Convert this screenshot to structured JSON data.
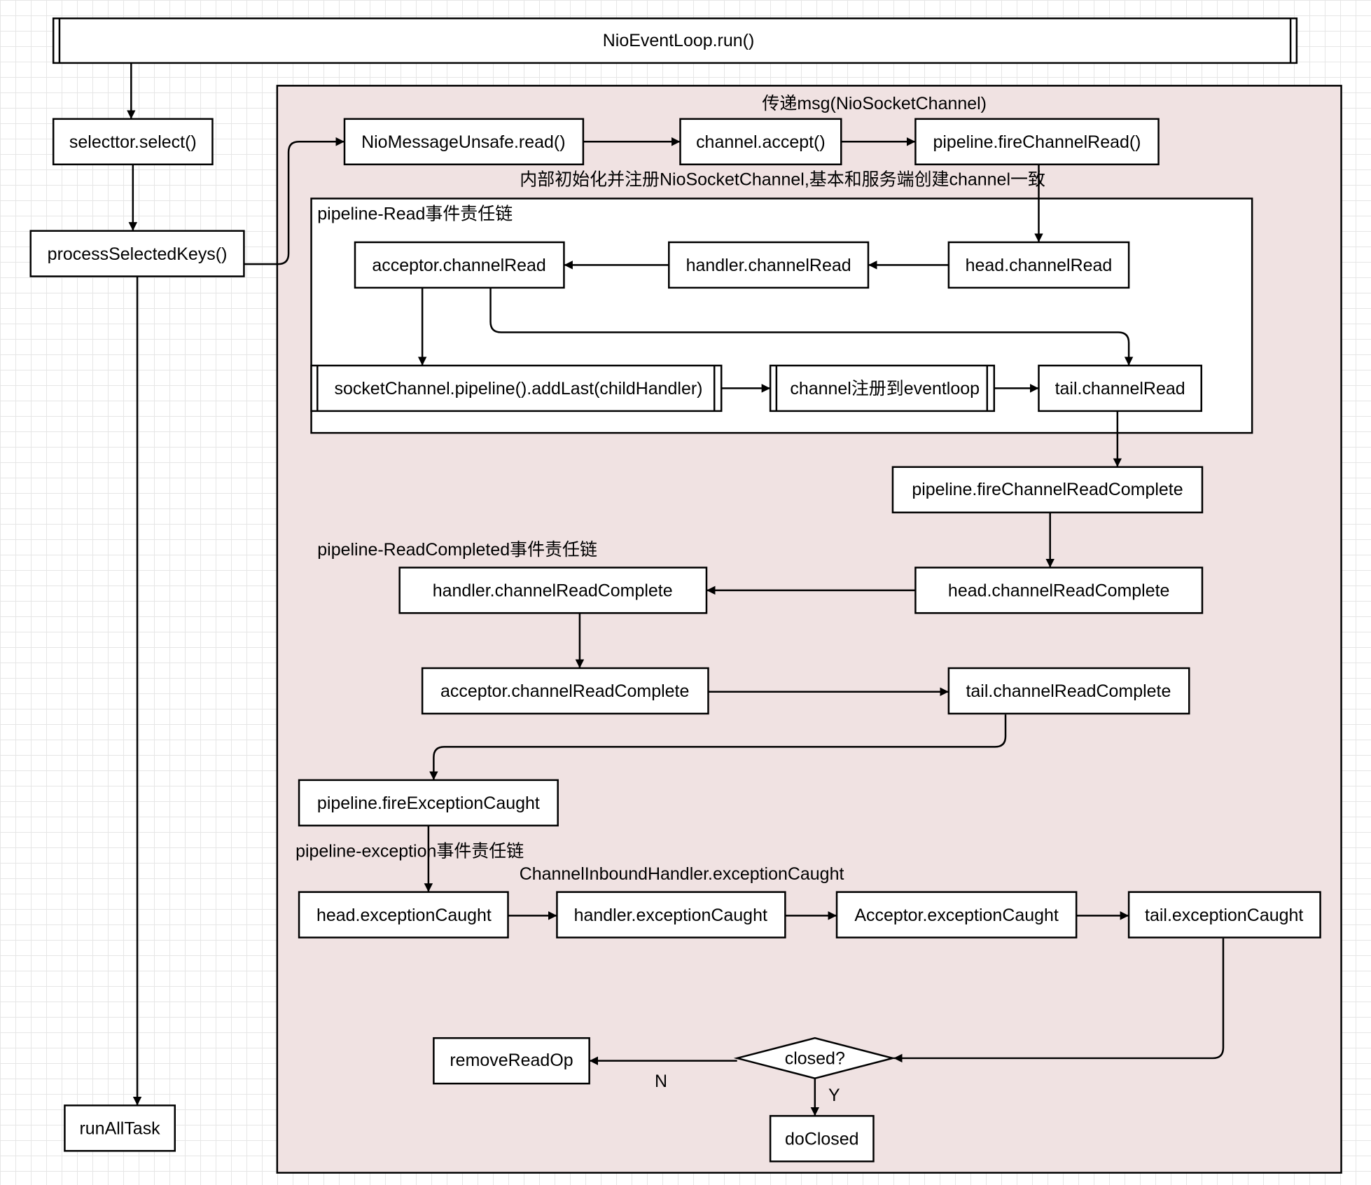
{
  "title_node": "NioEventLoop.run()",
  "outer_nodes": {
    "select": "selecttor.select()",
    "process_keys": "processSelectedKeys()",
    "run_all_task": "runAllTask"
  },
  "container": {
    "label": "传递msg(NioSocketChannel)",
    "fill_color": "#f0e2e2"
  },
  "top_row": {
    "unsafe_read": "NioMessageUnsafe.read()",
    "accept": "channel.accept()",
    "fire_read": "pipeline.fireChannelRead()"
  },
  "register_note": "内部初始化并注册NioSocketChannel,基本和服务端创建channel一致",
  "read_chain": {
    "label": "pipeline-Read事件责任链",
    "head": "head.channelRead",
    "handler": "handler.channelRead",
    "acceptor": "acceptor.channelRead",
    "add_child": "socketChannel.pipeline().addLast(childHandler)",
    "register": "channel注册到eventloop",
    "tail": "tail.channelRead"
  },
  "fire_read_complete": "pipeline.fireChannelReadComplete",
  "read_complete_chain": {
    "label": "pipeline-ReadCompleted事件责任链",
    "head": "head.channelReadComplete",
    "handler": "handler.channelReadComplete",
    "acceptor": "acceptor.channelReadComplete",
    "tail": "tail.channelReadComplete"
  },
  "fire_exception": "pipeline.fireExceptionCaught",
  "exception_chain": {
    "label": "pipeline-exception事件责任链",
    "sublabel": "ChannelInboundHandler.exceptionCaught",
    "head": "head.exceptionCaught",
    "handler": "handler.exceptionCaught",
    "acceptor": "Acceptor.exceptionCaught",
    "tail": "tail.exceptionCaught"
  },
  "decision": {
    "question": "closed?",
    "no_label": "N",
    "yes_label": "Y",
    "no_action": "removeReadOp",
    "yes_action": "doClosed"
  }
}
